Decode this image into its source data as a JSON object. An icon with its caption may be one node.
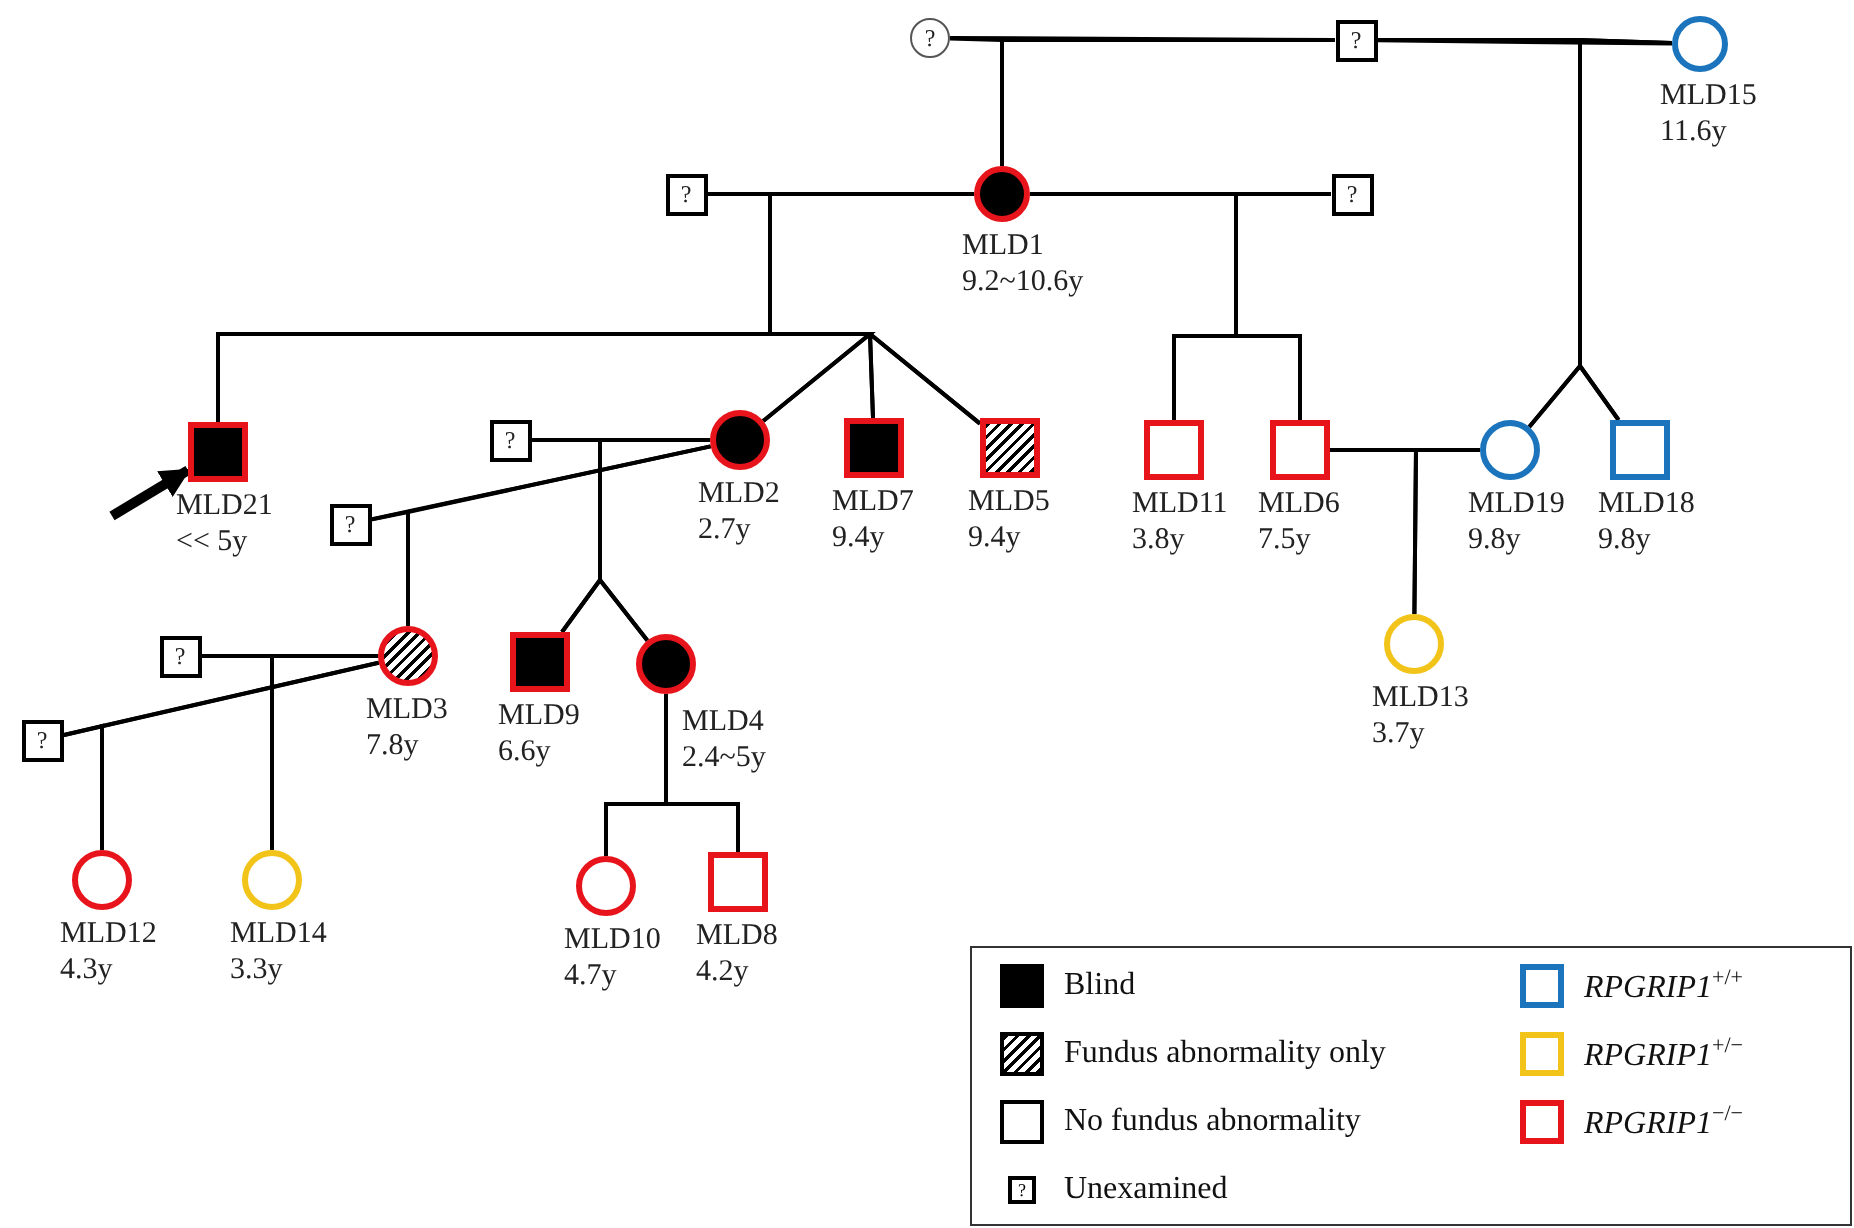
{
  "diagram": {
    "nodes": [
      {
        "text": [
          "?"
        ]
      },
      {
        "text": [
          "?"
        ]
      },
      {
        "text": [],
        "shape": "circle",
        "beside": [
          "MLD15",
          "11.6y"
        ]
      },
      {
        "text": [
          "?"
        ]
      },
      {
        "text": [],
        "shape": "circle",
        "beside": [
          "MLD1",
          "9.2~10.6y"
        ]
      },
      {
        "text": [
          "?"
        ]
      },
      {
        "text": [],
        "shape": "box",
        "beside": [
          "MLD21",
          "<< 5y"
        ]
      },
      {
        "text": [
          "?"
        ]
      },
      {
        "text": [],
        "shape": "circle",
        "beside": [
          "MLD2",
          "2.7y"
        ]
      },
      {
        "text": [],
        "shape": "box",
        "beside": [
          "MLD7",
          "9.4y"
        ]
      },
      {
        "text": [],
        "shape": "box",
        "beside": [
          "MLD5",
          "9.4y"
        ]
      },
      {
        "text": [],
        "shape": "box",
        "beside": [
          "MLD11",
          "3.8y"
        ]
      },
      {
        "text": [],
        "shape": "box",
        "beside": [
          "MLD6",
          "7.5y"
        ]
      },
      {
        "text": [],
        "shape": "circle",
        "beside": [
          "MLD19",
          "9.8y"
        ]
      },
      {
        "text": [],
        "shape": "box",
        "beside": [
          "MLD18",
          "9.8y"
        ]
      },
      {
        "text": [
          "?"
        ]
      },
      {
        "text": [
          "?"
        ]
      },
      {
        "text": [],
        "shape": "circle",
        "beside": [
          "MLD3",
          "7.8y"
        ]
      },
      {
        "text": [],
        "shape": "box",
        "beside": [
          "MLD9",
          "6.6y"
        ]
      },
      {
        "text": [],
        "shape": "circle",
        "beside": [
          "MLD4",
          "2.4~5y"
        ]
      },
      {
        "text": [
          "?"
        ]
      },
      {
        "text": [],
        "shape": "circle",
        "beside": [
          "MLD13",
          "3.7y"
        ]
      },
      {
        "text": [],
        "shape": "circle",
        "beside": [
          "MLD12",
          "4.3y"
        ]
      },
      {
        "text": [],
        "shape": "circle",
        "beside": [
          "MLD14",
          "3.3y"
        ]
      },
      {
        "text": [],
        "shape": "circle",
        "beside": [
          "MLD10",
          "4.7y"
        ]
      },
      {
        "text": [],
        "shape": "box",
        "beside": [
          "MLD8",
          "4.2y"
        ]
      }
    ],
    "edges": [
      {
        "from": 0,
        "to": 1,
        "arrow": "none"
      },
      {
        "from": 1,
        "to": 2,
        "arrow": "none"
      },
      {
        "from": 0,
        "to": 4,
        "arrow": "none"
      },
      {
        "from": 1,
        "to": 4,
        "arrow": "none"
      },
      {
        "from": 1,
        "to": 13,
        "arrow": "none"
      },
      {
        "from": 2,
        "to": 13,
        "arrow": "none"
      },
      {
        "from": 1,
        "to": 14,
        "arrow": "none"
      },
      {
        "from": 2,
        "to": 14,
        "arrow": "none"
      },
      {
        "from": 3,
        "to": 4,
        "arrow": "none"
      },
      {
        "from": 4,
        "to": 5,
        "arrow": "none"
      },
      {
        "from": 3,
        "to": 6,
        "arrow": "none"
      },
      {
        "from": 4,
        "to": 6,
        "arrow": "none"
      },
      {
        "from": 3,
        "to": 8,
        "arrow": "none"
      },
      {
        "from": 4,
        "to": 8,
        "arrow": "none"
      },
      {
        "from": 3,
        "to": 9,
        "arrow": "none"
      },
      {
        "from": 4,
        "to": 9,
        "arrow": "none"
      },
      {
        "from": 3,
        "to": 10,
        "arrow": "none"
      },
      {
        "from": 4,
        "to": 10,
        "arrow": "none"
      },
      {
        "from": 4,
        "to": 11,
        "arrow": "none"
      },
      {
        "from": 5,
        "to": 11,
        "arrow": "none"
      },
      {
        "from": 4,
        "to": 12,
        "arrow": "none"
      },
      {
        "from": 5,
        "to": 12,
        "arrow": "none"
      },
      {
        "from": 7,
        "to": 8,
        "arrow": "none"
      },
      {
        "from": 7,
        "to": 18,
        "arrow": "none"
      },
      {
        "from": 8,
        "to": 18,
        "arrow": "none"
      },
      {
        "from": 7,
        "to": 19,
        "arrow": "none"
      },
      {
        "from": 8,
        "to": 19,
        "arrow": "none"
      },
      {
        "from": 15,
        "to": 8,
        "arrow": "none"
      },
      {
        "from": 15,
        "to": 17,
        "arrow": "none"
      },
      {
        "from": 8,
        "to": 17,
        "arrow": "none"
      },
      {
        "from": 12,
        "to": 13,
        "arrow": "none"
      },
      {
        "from": 12,
        "to": 21,
        "arrow": "none"
      },
      {
        "from": 13,
        "to": 21,
        "arrow": "none"
      },
      {
        "from": 16,
        "to": 17,
        "arrow": "none"
      },
      {
        "from": 16,
        "to": 23,
        "arrow": "none"
      },
      {
        "from": 17,
        "to": 23,
        "arrow": "none"
      },
      {
        "from": 20,
        "to": 17,
        "arrow": "none"
      },
      {
        "from": 20,
        "to": 22,
        "arrow": "none"
      },
      {
        "from": 17,
        "to": 22,
        "arrow": "none"
      },
      {
        "from": 19,
        "to": 24,
        "arrow": "none"
      },
      {
        "from": 19,
        "to": 25,
        "arrow": "none"
      },
      {
        "from": null,
        "to": 6,
        "arrow": "to",
        "style": "thick"
      }
    ],
    "labels": [
      "?"
    ],
    "legend": [
      {
        "text": "Blind"
      },
      {
        "text": "Fundus abnormality only"
      },
      {
        "text": "No fundus abnormality"
      },
      {
        "text": "Unexamined"
      },
      {
        "text": "RPGRIP1$^{+/+}$",
        "color": "#1c75bc"
      },
      {
        "text": "RPGRIP1$^{+/−}$",
        "color": "#f2c419"
      },
      {
        "text": "RPGRIP1$^{−/−}$",
        "color": "#e8141b"
      }
    ]
  }
}
